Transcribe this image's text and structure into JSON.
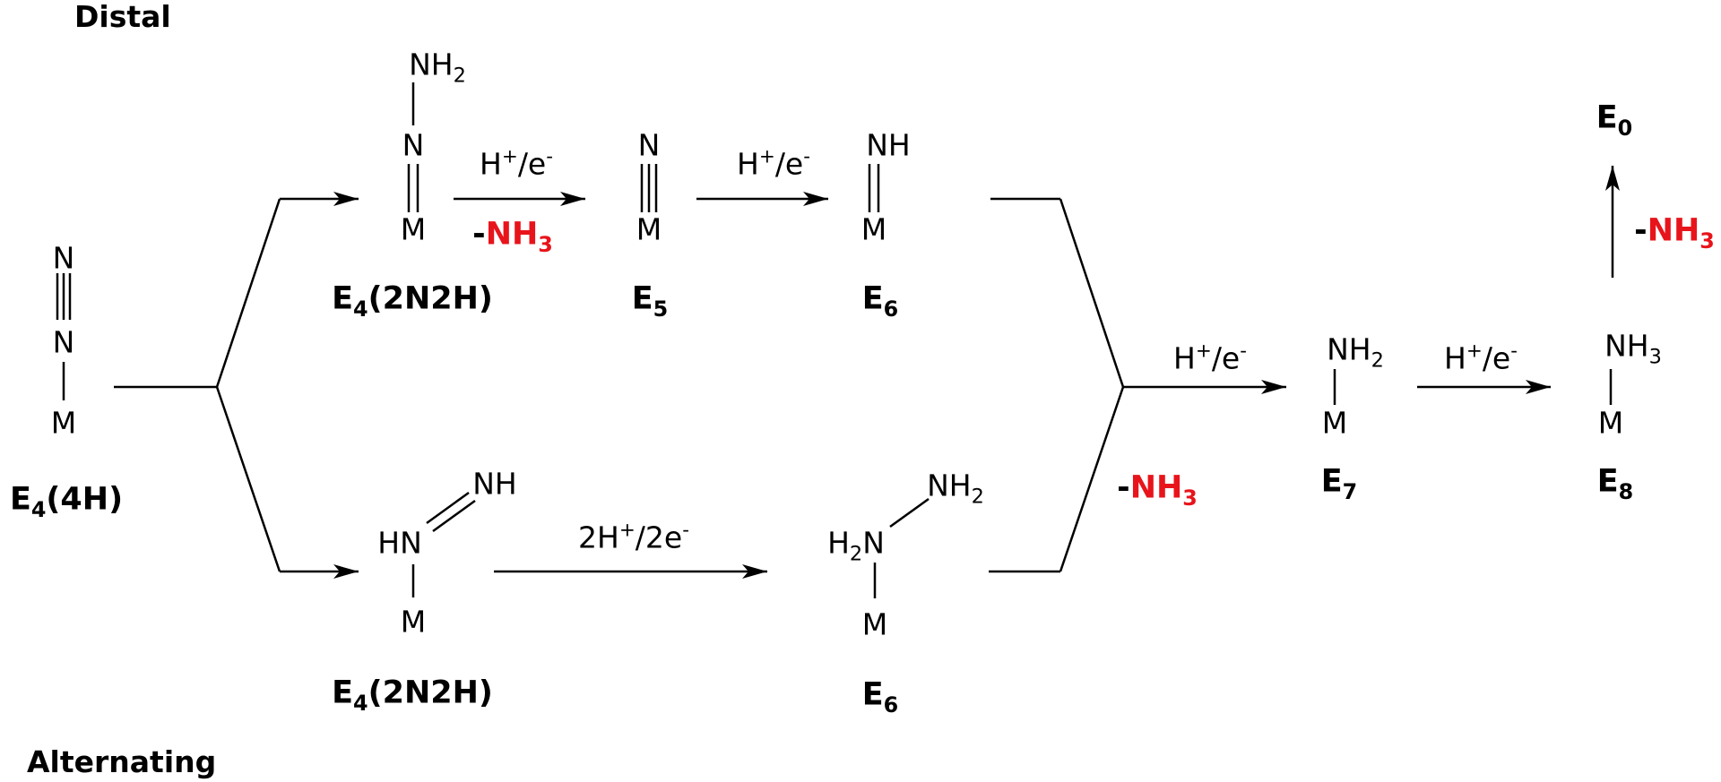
{
  "headings": {
    "distal": "Distal",
    "alternating": "Alternating"
  },
  "atoms": {
    "N": "N",
    "M": "M",
    "NH": "NH",
    "HN": "HN",
    "NH2": "NH",
    "H2N": "H",
    "H2N_tail": "N",
    "NH3": "NH",
    "sub2": "2",
    "sub3": "3"
  },
  "conditions": {
    "h_e": {
      "base": "H",
      "plus": "+",
      "slash_e": "/e",
      "minus": "-"
    },
    "two_h_two_e": {
      "lead": "2H",
      "plus": "+",
      "mid": "/2e",
      "minus": "-"
    }
  },
  "loss": {
    "dash": "-",
    "species": "NH",
    "sub": "3"
  },
  "states": {
    "e4_4h": {
      "base": "E",
      "sub": "4",
      "suffix": "(4H)"
    },
    "e4_2n2h": {
      "base": "E",
      "sub": "4",
      "suffix": "(2N2H)"
    },
    "e5": {
      "base": "E",
      "sub": "5"
    },
    "e6": {
      "base": "E",
      "sub": "6"
    },
    "e7": {
      "base": "E",
      "sub": "7"
    },
    "e8": {
      "base": "E",
      "sub": "8"
    },
    "e0": {
      "base": "E",
      "sub": "0"
    }
  },
  "colors": {
    "ink": "#000000",
    "highlight": "#e8141b"
  }
}
